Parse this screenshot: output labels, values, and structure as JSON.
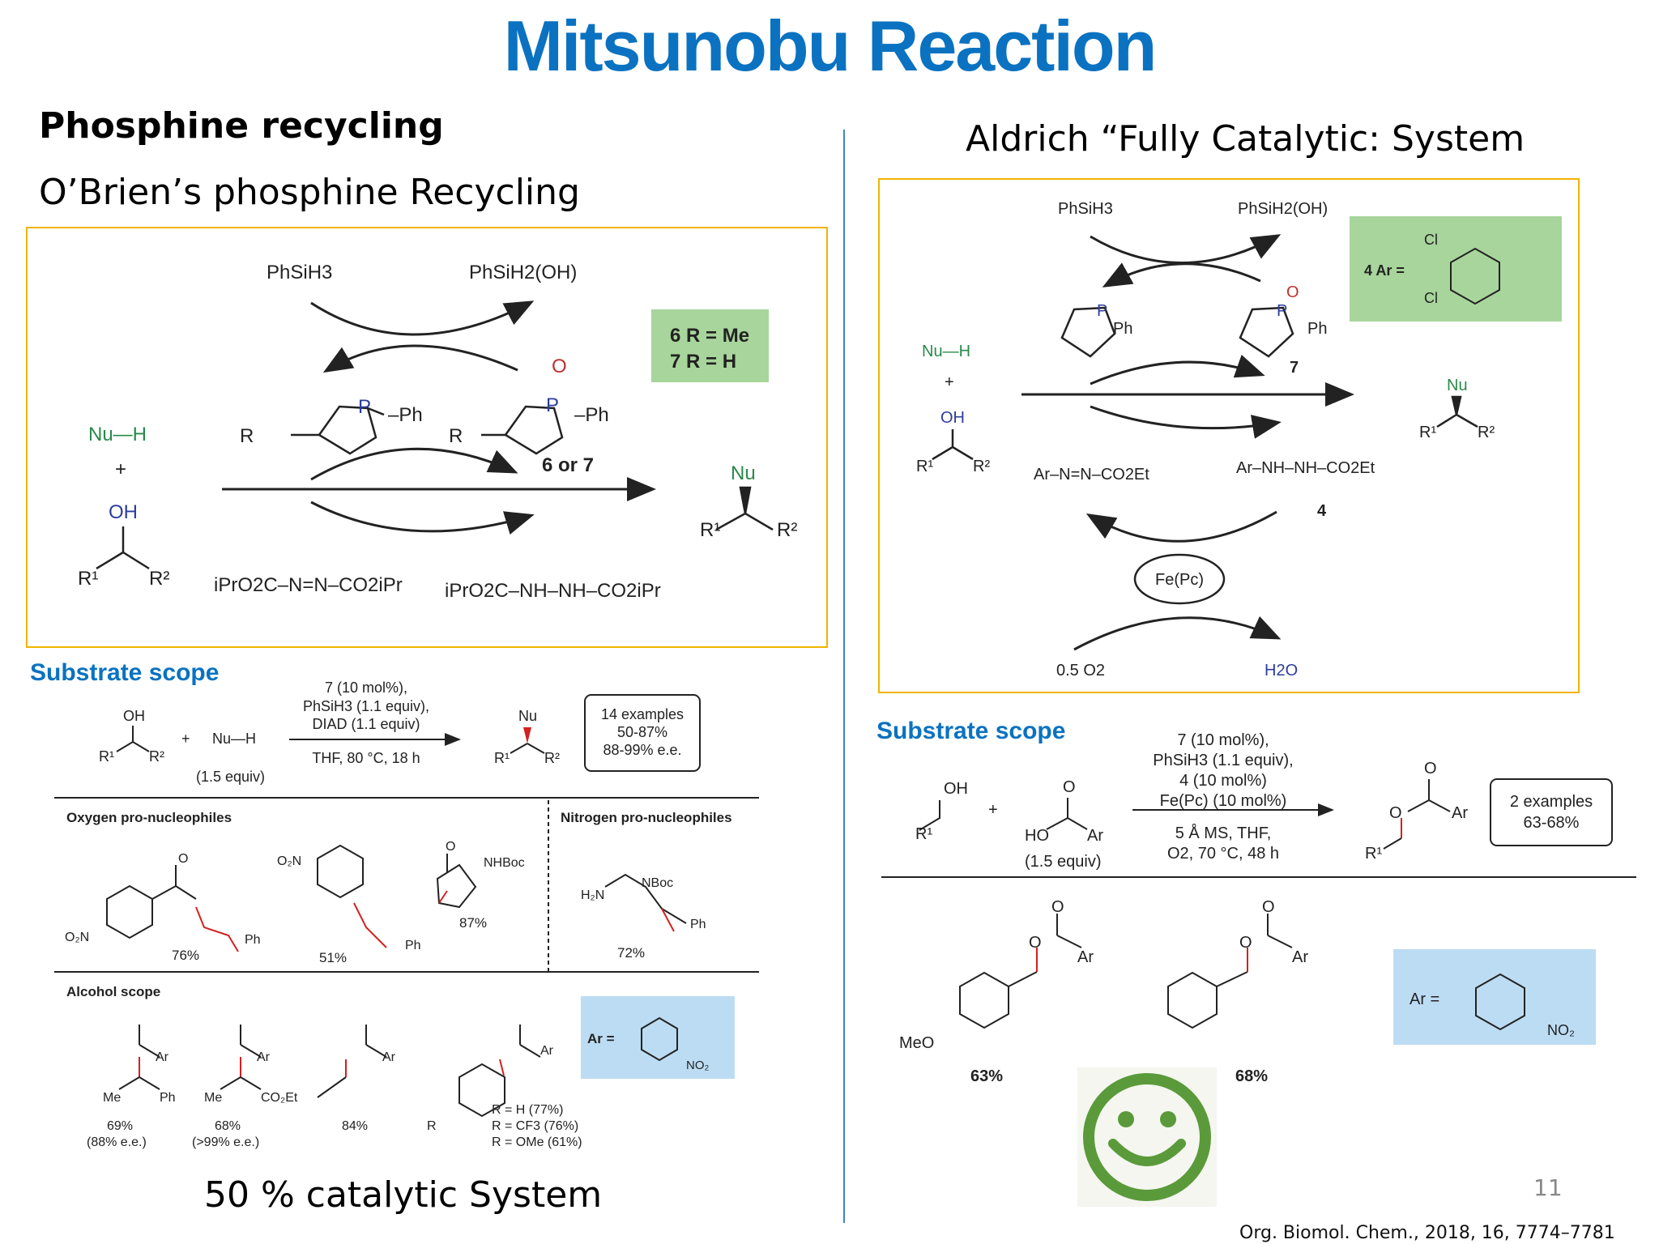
{
  "slide": {
    "title": "Mitsunobu Reaction",
    "left_heading": "Phosphine recycling",
    "left_subheading": "O’Brien’s phosphine Recycling",
    "right_heading": "Aldrich “Fully Catalytic: System",
    "left_footer": "50 % catalytic System",
    "page_number": "11",
    "citation": "Org. Biomol. Chem., 2018, 16, 7774–7781"
  },
  "left_scheme": {
    "silane": "PhSiH3",
    "silanol": "PhSiH2(OH)",
    "badge": [
      "6 R = Me",
      "7 R = H"
    ],
    "catalyst_label": "6 or 7",
    "nucleophile": "Nu—H",
    "plus": "+",
    "alcohol_oh": "OH",
    "product_nu": "Nu",
    "azo_reagent": "iPrO2C–N=N–CO2iPr",
    "hydrazine": "iPrO2C–NH–NH–CO2iPr"
  },
  "left_scope": {
    "title": "Substrate scope",
    "conditions": [
      "7 (10 mol%),",
      "PhSiH3 (1.1 equiv),",
      "DIAD (1.1 equiv)",
      "THF, 80 °C, 18 h"
    ],
    "nu_equiv": "(1.5 equiv)",
    "summary": [
      "14 examples",
      "50-87%",
      "88-99% e.e."
    ],
    "oxygen_header": "Oxygen pro-nucleophiles",
    "nitrogen_header": "Nitrogen pro-nucleophiles",
    "oxygen_yields": [
      "76%",
      "51%",
      "87%"
    ],
    "nitrogen_yields": [
      "72%"
    ],
    "alcohol_header": "Alcohol scope",
    "alcohol_yields": [
      "69%",
      "(88% e.e.)",
      "68%",
      "(>99% e.e.)",
      "84%"
    ],
    "r_variants": [
      "R = H (77%)",
      "R = CF3 (76%)",
      "R = OMe (61%)"
    ],
    "ar_label": "Ar ="
  },
  "right_scheme": {
    "silane": "PhSiH3",
    "silanol": "PhSiH2(OH)",
    "badge_label": "4 Ar =",
    "cat_number": "7",
    "azo": "Ar–N=N–CO2Et",
    "hydrazine": "Ar–NH–NH–CO2Et",
    "hydrazine_number": "4",
    "iron_cat": "Fe(Pc)",
    "oxygen": "0.5 O2",
    "water": "H2O",
    "nucleophile": "Nu—H",
    "plus": "+",
    "alcohol_oh": "OH",
    "product_nu": "Nu"
  },
  "right_scope": {
    "title": "Substrate scope",
    "conditions": [
      "7 (10 mol%),",
      "PhSiH3 (1.1 equiv),",
      "4 (10 mol%)",
      "Fe(Pc) (10 mol%)",
      "5 Å MS, THF,",
      "O2, 70 °C, 48 h"
    ],
    "acid_equiv": "(1.5 equiv)",
    "summary": [
      "2 examples",
      "63-68%"
    ],
    "yields": [
      "63%",
      "68%"
    ],
    "ar_label": "Ar =",
    "meo": "MeO"
  },
  "colors": {
    "title_blue": "#0a72c1",
    "box_orange": "#f0b400",
    "badge_green": "#a8d59b",
    "badge_blue": "#bcdcf3",
    "bond_red": "#d42020",
    "smiley_green": "#5a9a3a"
  }
}
